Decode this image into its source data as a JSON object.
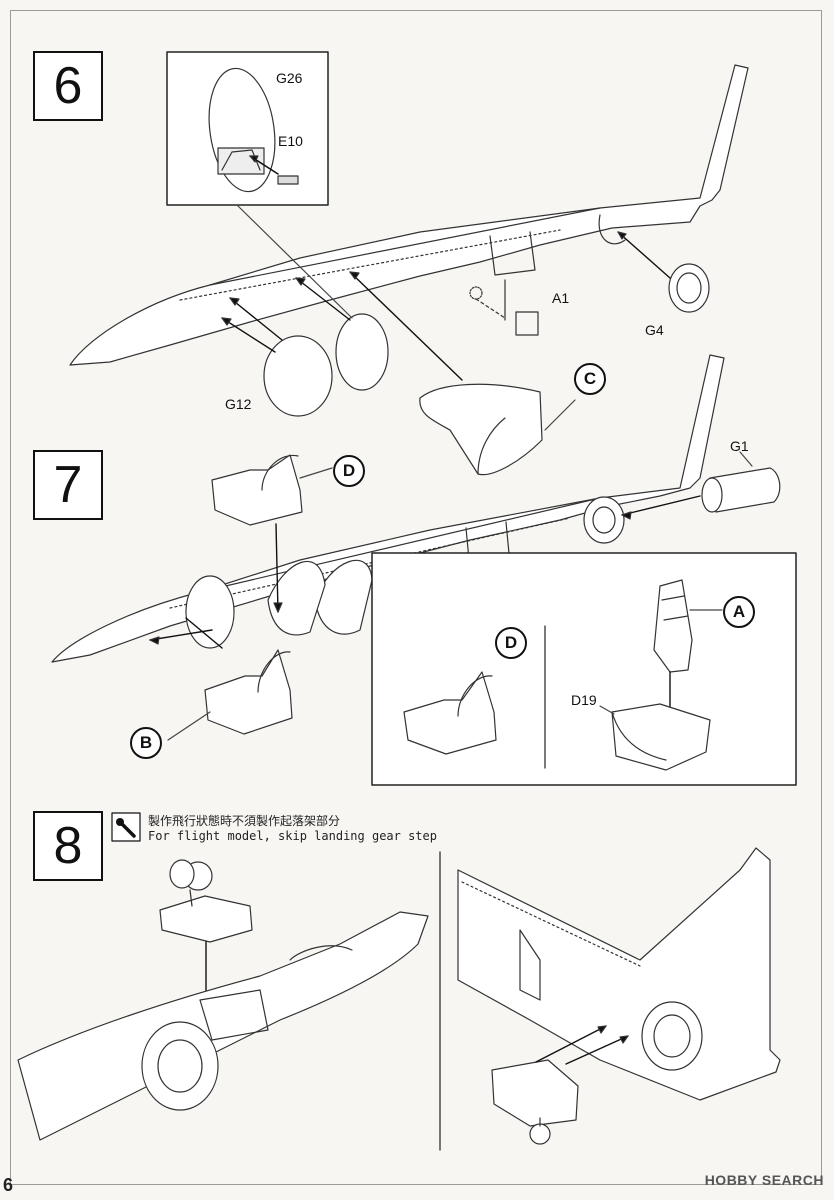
{
  "page_number": "6",
  "watermark": "HOBBY SEARCH",
  "steps": [
    {
      "number": "6",
      "parts": [
        "G26",
        "E10",
        "A1",
        "G4",
        "G12"
      ],
      "callout": "C"
    },
    {
      "number": "7",
      "parts": [
        "G1",
        "D19"
      ],
      "callouts": [
        "D",
        "B",
        "A"
      ],
      "inset_callout": "D"
    },
    {
      "number": "8",
      "note_zh": "製作飛行狀態時不須製作起落架部分",
      "note_en": "For flight model, skip landing gear step"
    }
  ]
}
